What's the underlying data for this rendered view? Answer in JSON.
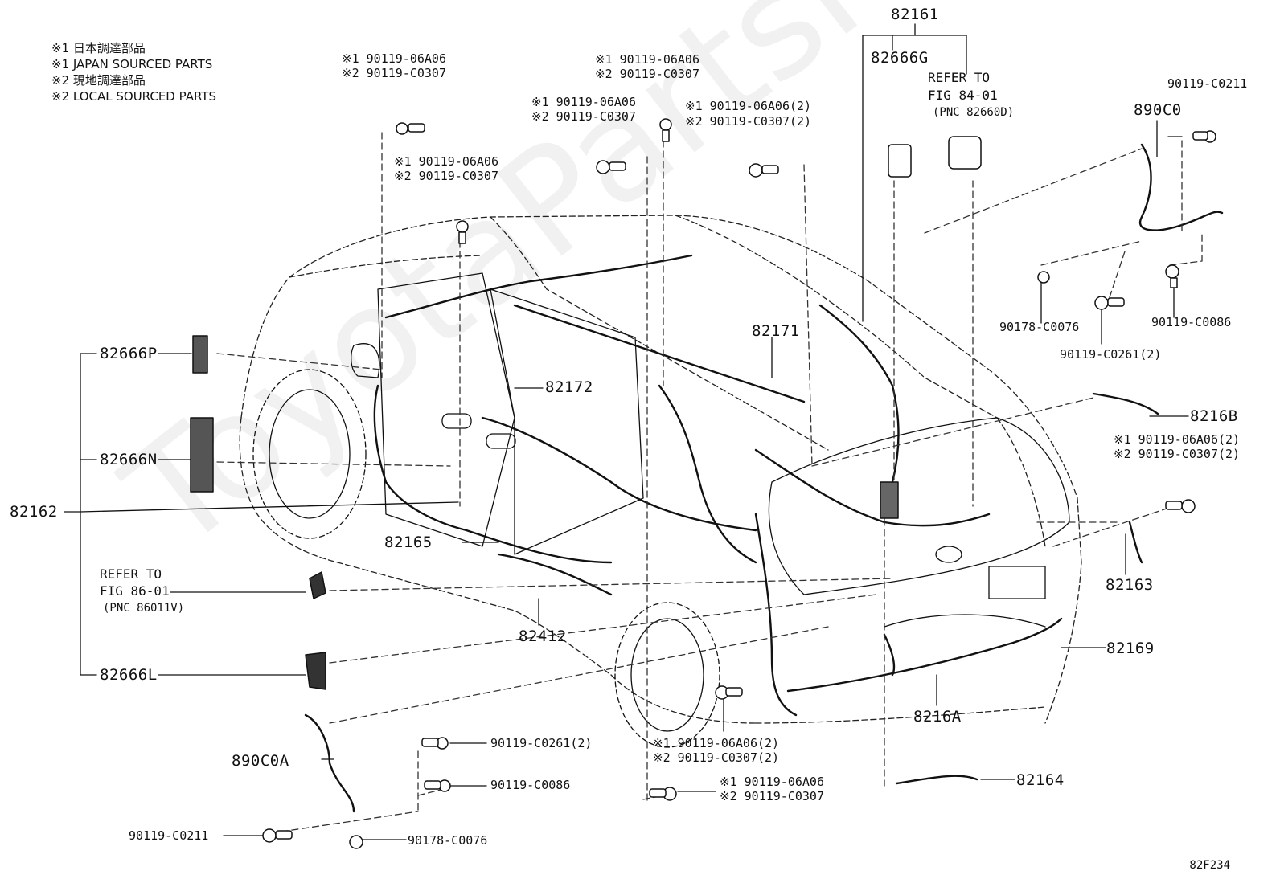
{
  "legend": [
    "※1 日本調達部品",
    "※1 JAPAN SOURCED PARTS",
    "※2 現地調達部品",
    "※2 LOCAL SOURCED PARTS"
  ],
  "watermark": "ToyotaPartsMine.ru",
  "diagram_code": "82F234",
  "labels": {
    "p82161": "82161",
    "p82666G": "82666G",
    "refer84_l1": "REFER TO",
    "refer84_l2": "FIG 84-01",
    "refer84_l3": "(PNC 82660D)",
    "p890C0": "890C0",
    "p90119C0211_top": "90119-C0211",
    "p90178C0076_top": "90178-C0076",
    "p90119C0086_top": "90119-C0086",
    "p90119C0261_top": "90119-C0261(2)",
    "p82666P": "82666P",
    "p82666N": "82666N",
    "p82162": "82162",
    "p82172": "82172",
    "p82171": "82171",
    "p82165": "82165",
    "p82412": "82412",
    "refer86_l1": "REFER TO",
    "refer86_l2": "FIG 86-01",
    "refer86_l3": "(PNC 86011V)",
    "p82666L": "82666L",
    "p890C0A": "890C0A",
    "p90119C0261_bot": "90119-C0261(2)",
    "p90119C0086_bot": "90119-C0086",
    "p90119C0211_bot": "90119-C0211",
    "p90178C0076_bot": "90178-C0076",
    "p8216B": "8216B",
    "p82163": "82163",
    "p82169": "82169",
    "p8216A": "8216A",
    "p82164": "82164",
    "b1_a": "※1 90119-06A06",
    "b1_b": "※2 90119-C0307",
    "b2_a": "※1 90119-06A06",
    "b2_b": "※2 90119-C0307",
    "b3_a": "※1 90119-06A06",
    "b3_b": "※2 90119-C0307",
    "b4_a": "※1 90119-06A06",
    "b4_b": "※2 90119-C0307",
    "b5_a": "※1 90119-06A06(2)",
    "b5_b": "※2 90119-C0307(2)",
    "b6_a": "※1 90119-06A06(2)",
    "b6_b": "※2 90119-C0307(2)",
    "b7_a": "※1 90119-06A06(2)",
    "b7_b": "※2 90119-C0307(2)",
    "b8_a": "※1 90119-06A06",
    "b8_b": "※2 90119-C0307"
  }
}
